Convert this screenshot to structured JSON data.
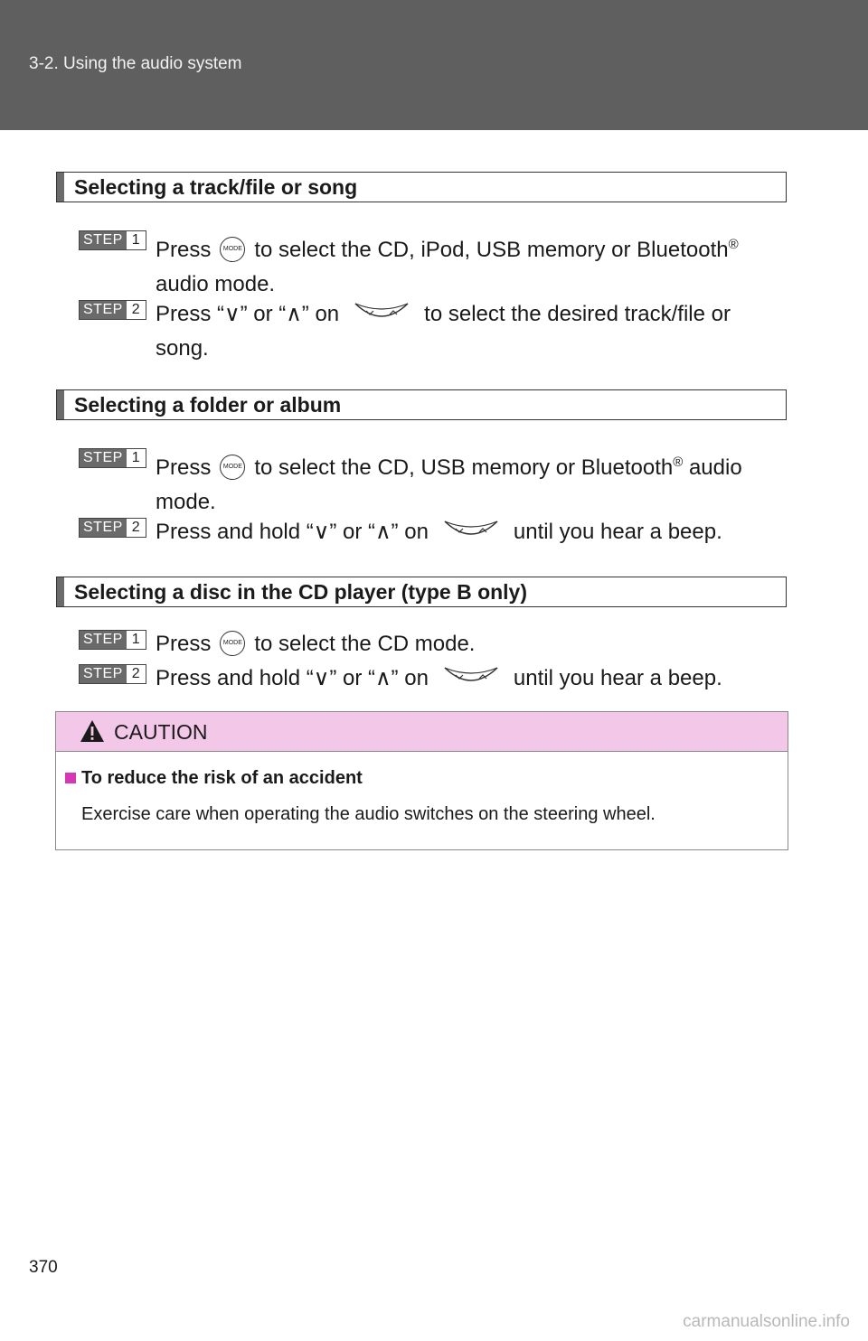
{
  "header": {
    "breadcrumb": "3-2. Using the audio system"
  },
  "sections": [
    {
      "title": "Selecting a track/file or song",
      "steps": [
        {
          "label": "STEP",
          "num": "1",
          "pre": "Press",
          "post": "to select the CD, iPod, USB memory or Bluetooth",
          "reg": "®",
          "post2": "audio mode."
        },
        {
          "label": "STEP",
          "num": "2",
          "pre": "Press “∨” or “∧” on",
          "post": "to select the desired track/file or",
          "post2": "song."
        }
      ]
    },
    {
      "title": "Selecting a folder or album",
      "steps": [
        {
          "label": "STEP",
          "num": "1",
          "pre": "Press",
          "post": "to select the CD, USB memory or Bluetooth",
          "reg": "®",
          "post_tail": "audio",
          "post2": "mode."
        },
        {
          "label": "STEP",
          "num": "2",
          "pre": "Press and hold “∨” or “∧” on",
          "post": "until you hear a beep."
        }
      ]
    },
    {
      "title": "Selecting a disc in the CD player (type B only)",
      "steps": [
        {
          "label": "STEP",
          "num": "1",
          "pre": "Press",
          "post": "to select the CD mode."
        },
        {
          "label": "STEP",
          "num": "2",
          "pre": "Press and hold “∨” or “∧” on",
          "post": "until you hear a beep."
        }
      ]
    }
  ],
  "mode_button_text": "MODE",
  "caution": {
    "title": "CAUTION",
    "subtitle": "To reduce the risk of an accident",
    "text": "Exercise care when operating the audio switches on the steering wheel.",
    "accent": "#d637b4",
    "header_bg": "#f3c7e8"
  },
  "page_number": "370",
  "watermark": "carmanualsonline.info"
}
